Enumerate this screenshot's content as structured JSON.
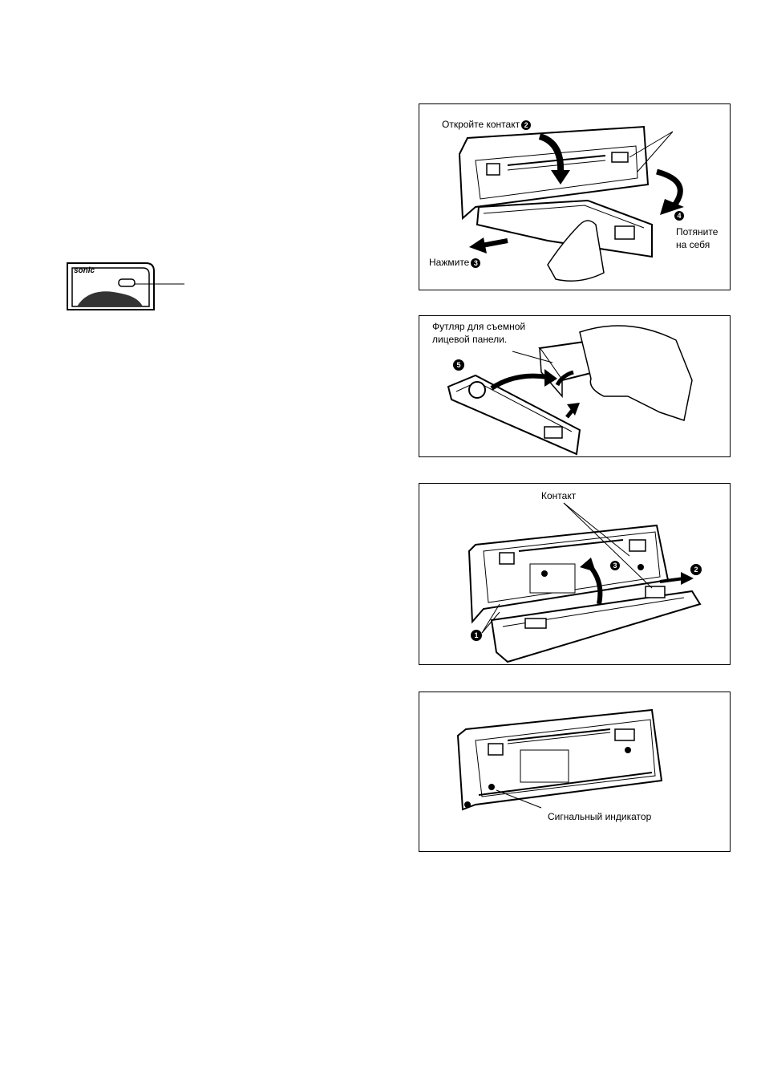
{
  "thumbnail": {
    "brand_text": "sonic"
  },
  "figure1": {
    "open_contact": "Откройте контакт",
    "open_contact_step": "2",
    "pull_toward": "Потяните",
    "pull_toward_2": "на себя",
    "pull_step": "4",
    "press": "Нажмите",
    "press_step": "3"
  },
  "figure2": {
    "case_line1": "Футляр для съемной",
    "case_line2": "лицевой панели.",
    "step": "5"
  },
  "figure3": {
    "contact": "Контакт",
    "step1": "1",
    "step2": "2",
    "step3": "3"
  },
  "figure4": {
    "signal_indicator": "Сигнальный индикатор"
  }
}
